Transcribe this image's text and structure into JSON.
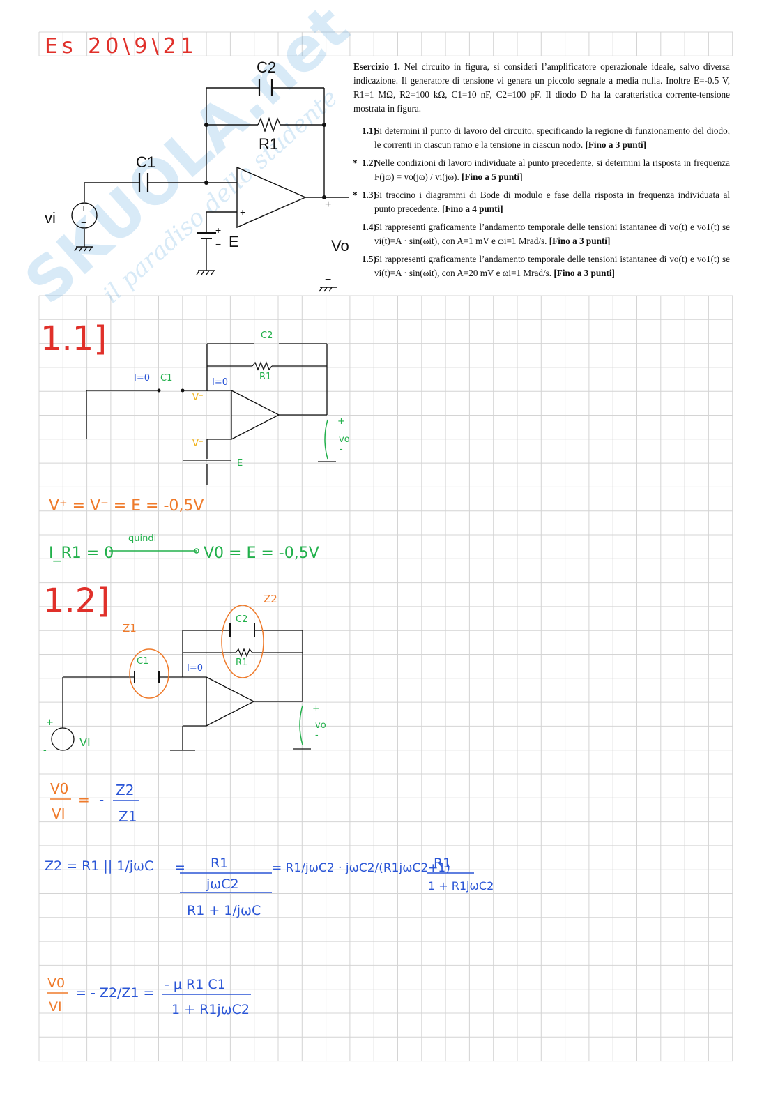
{
  "header": {
    "title_handwritten": "Es 20\\9\\21"
  },
  "watermark": {
    "brand": "SKUOLA.net",
    "tagline": "il paradiso dello studente"
  },
  "circuit_top": {
    "labels": {
      "c2": "C2",
      "r1": "R1",
      "c1": "C1",
      "vi": "vi",
      "e": "E",
      "vo": "Vo",
      "plus": "+",
      "minus": "−"
    }
  },
  "exercise": {
    "title": "Esercizio 1.",
    "intro": "Nel circuito in figura, si consideri l’amplificatore operazionale ideale, salvo diversa indicazione. Il generatore di tensione vi genera un piccolo segnale a media nulla. Inoltre E=-0.5 V, R1=1 MΩ, R2=100 kΩ, C1=10 nF, C2=100 pF. Il diodo D ha la caratteristica corrente-tensione mostrata in figura.",
    "items": [
      {
        "num": "1.1)",
        "star": "",
        "text": "Si determini il punto di lavoro del circuito, specificando la regione di funzionamento del diodo, le correnti in ciascun ramo e la tensione in ciascun nodo.",
        "points": "[Fino a 3 punti]"
      },
      {
        "num": "1.2)",
        "star": "*",
        "text": "Nelle condizioni di lavoro individuate al punto precedente, si determini la risposta in frequenza F(jω) = vo(jω) / vi(jω).",
        "points": "[Fino a 5 punti]"
      },
      {
        "num": "1.3)",
        "star": "*",
        "text": "Si traccino i diagrammi di Bode di modulo e fase della risposta in frequenza individuata al punto precedente.",
        "points": "[Fino a 4 punti]"
      },
      {
        "num": "1.4)",
        "star": "",
        "text": "Si rappresenti graficamente l’andamento temporale delle tensioni istantanee di vo(t) e vo1(t) se vi(t)=A · sin(ωit), con A=1 mV e ωi=1 Mrad/s.",
        "points": "[Fino a 3 punti]"
      },
      {
        "num": "1.5)",
        "star": "",
        "text": "Si rappresenti graficamente l’andamento temporale delle tensioni istantanee di vo(t) e vo1(t) se vi(t)=A · sin(ωit), con A=20 mV e ωi=1 Mrad/s.",
        "points": "[Fino a 3 punti]"
      }
    ]
  },
  "section_11": {
    "heading": "1.1]",
    "circuit": {
      "c2": "C2",
      "r1": "R1",
      "c1": "C1",
      "i1": "I=0",
      "i2": "I=0",
      "vminus": "V⁻",
      "vplus": "V⁺",
      "e": "E",
      "vo": "vo",
      "plus": "+",
      "minus": "-"
    },
    "eq1": "V⁺ = V⁻ = E = -0,5V",
    "eq2_left": "I_R1 = 0",
    "eq2_arrow_label": "quindi",
    "eq2_right": "V0 = E = -0,5V"
  },
  "section_12": {
    "heading": "1.2]",
    "circuit": {
      "z1": "Z1",
      "z2": "Z2",
      "c1": "C1",
      "c2": "C2",
      "r1": "R1",
      "i": "I=0",
      "vi": "VI",
      "vo": "vo",
      "plus": "+",
      "minus": "-"
    },
    "eq_ratio_num": "V0",
    "eq_ratio_den": "VI",
    "eq_ratio_eq": "=",
    "eq_ratio_neg": "-",
    "eq_ratio_z2": "Z2",
    "eq_ratio_z1": "Z1",
    "z2_lhs": "Z2 = R1 || 1/jωC",
    "z2_step1_num": "R1",
    "z2_step1_den": "jωC2",
    "z2_step1_den2": "R1 + 1/jωC",
    "z2_step2": "= R1/jωC2 · jωC2/(R1jωC2+1)",
    "z2_step3_num": "R1",
    "z2_step3_den": "1 + R1jωC2",
    "final_lhs_num": "V0",
    "final_lhs_den": "VI",
    "final_mid": "= - Z2/Z1 =",
    "final_num": "- μ R1 C1",
    "final_den": "1 + R1jωC2"
  }
}
